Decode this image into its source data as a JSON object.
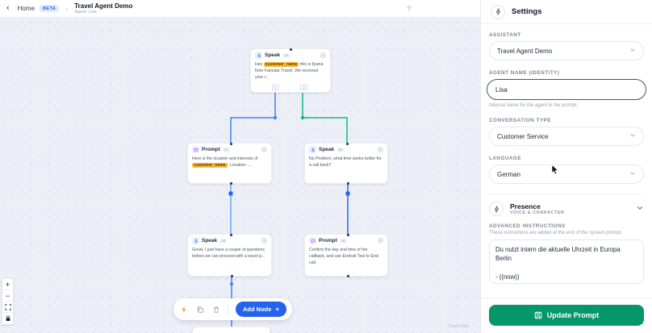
{
  "topbar": {
    "back_icon": "‹",
    "home_label": "Home",
    "beta_badge": "BETA",
    "chevron": "›",
    "title": "Travel Agent Demo",
    "subtitle": "Agent: Lisa",
    "help_label": "?"
  },
  "canvas": {
    "attribution": "React Flow",
    "zoom_in": "+",
    "zoom_out": "−",
    "nodes": [
      {
        "type_label": "Speak",
        "count_badge": "14",
        "text_before": "Hey ",
        "token": "customer_name",
        "text_after": " this is Ilyana from Famstar Travel. We received your r...",
        "handle_1": "1",
        "handle_2": "2"
      },
      {
        "type_label": "Prompt",
        "count_badge": "17",
        "text_before": "Here is the location and interests of ",
        "token": "customer_name",
        "text_after": ": Location: ..."
      },
      {
        "type_label": "Speak",
        "count_badge": "15",
        "text_before": "No Problem, what time works better for a call back?"
      },
      {
        "type_label": "Speak",
        "count_badge": "18",
        "text_before": "Great, I just have a couple of questions before we can proceed with a travel p..."
      },
      {
        "type_label": "Prompt",
        "count_badge": "16",
        "text_before": "Confirm the day and time of the callback, and use Endcall Tool to End call."
      }
    ],
    "toolbar": {
      "add_node_label": "Add Node",
      "plus": "+"
    },
    "edge_colors": {
      "blue": "#3b82f6",
      "light_blue": "#60a5fa",
      "green": "#10b981",
      "dark_blue": "#2563eb"
    }
  },
  "settings": {
    "title": "Settings",
    "assistant_label": "ASSISTANT",
    "assistant_value": "Travel Agent Demo",
    "agent_name_label": "AGENT NAME (IDENTITY)",
    "agent_name_value": "Lisa",
    "agent_name_help": "Internal name for the agent in the prompt.",
    "conversation_type_label": "CONVERSATION TYPE",
    "conversation_type_value": "Customer Service",
    "language_label": "LANGUAGE",
    "language_value": "German",
    "presence_title": "Presence",
    "presence_subtitle": "VOICE & CHARACTER",
    "advanced_label": "ADVANCED INSTRUCTIONS",
    "advanced_help": "These instructions are added at the end of the system prompt.",
    "advanced_value": "Du nutzt intern die aktuelle Uhrzeit in Europa Berlin\n\n- ((now))",
    "update_button_label": "Update Prompt",
    "accent_green": "#059669",
    "accent_blue": "#2563eb"
  }
}
